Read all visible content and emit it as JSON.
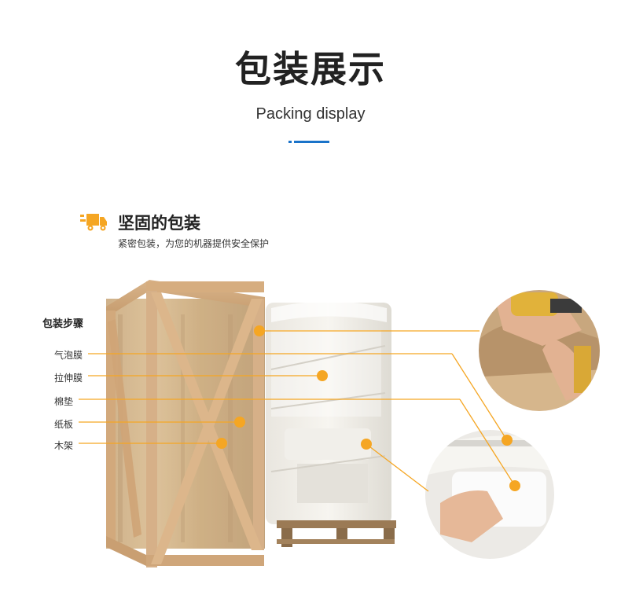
{
  "header": {
    "title": "包装展示",
    "subtitle": "Packing display"
  },
  "section": {
    "icon": "truck-icon",
    "heading": "坚固的包装",
    "subheading": "紧密包装，为您的机器提供安全保护"
  },
  "steps": {
    "title": "包装步骤",
    "items": [
      "气泡膜",
      "拉伸膜",
      "棉垫",
      "纸板",
      "木架"
    ]
  },
  "colors": {
    "accent": "#f5a623",
    "underline": "#1a73c9",
    "text": "#222222"
  }
}
